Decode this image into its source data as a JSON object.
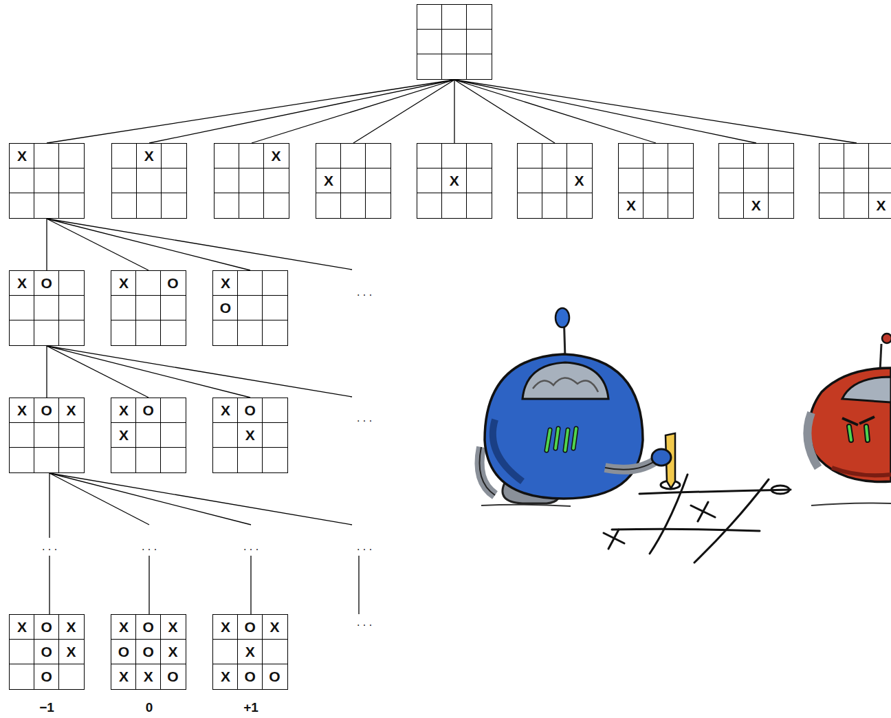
{
  "diagram": {
    "nodes": [
      {
        "text": []
      },
      {
        "text": [
          "X"
        ]
      },
      {
        "text": [
          "X"
        ]
      },
      {
        "text": [
          "X"
        ]
      },
      {
        "text": [
          "X"
        ]
      },
      {
        "text": [
          "X"
        ]
      },
      {
        "text": [
          "X"
        ]
      },
      {
        "text": [
          "X"
        ]
      },
      {
        "text": [
          "X"
        ]
      },
      {
        "text": [
          "X"
        ]
      },
      {
        "text": [
          "X",
          "O"
        ]
      },
      {
        "text": [
          "X",
          "O"
        ]
      },
      {
        "text": [
          "X",
          "O"
        ]
      },
      {
        "text": [
          "X",
          "O",
          "X"
        ]
      },
      {
        "text": [
          "X",
          "O",
          "X"
        ]
      },
      {
        "text": [
          "X",
          "O",
          "X"
        ]
      },
      {
        "text": [
          "X",
          "O",
          "X",
          "O",
          "X",
          "O"
        ]
      },
      {
        "text": [
          "X",
          "O",
          "X",
          "O",
          "O",
          "X",
          "X",
          "X",
          "O"
        ]
      },
      {
        "text": [
          "X",
          "O",
          "X",
          "X",
          "X",
          "O",
          "O"
        ]
      }
    ],
    "edges": [
      {
        "from": 0,
        "to": 1,
        "arrow": "none"
      },
      {
        "from": 0,
        "to": 2,
        "arrow": "none"
      },
      {
        "from": 0,
        "to": 3,
        "arrow": "none"
      },
      {
        "from": 0,
        "to": 4,
        "arrow": "none"
      },
      {
        "from": 0,
        "to": 5,
        "arrow": "none"
      },
      {
        "from": 0,
        "to": 6,
        "arrow": "none"
      },
      {
        "from": 0,
        "to": 7,
        "arrow": "none"
      },
      {
        "from": 0,
        "to": 8,
        "arrow": "none"
      },
      {
        "from": 0,
        "to": 9,
        "arrow": "none"
      },
      {
        "from": 1,
        "to": 10,
        "arrow": "none"
      },
      {
        "from": 1,
        "to": 11,
        "arrow": "none"
      },
      {
        "from": 1,
        "to": 12,
        "arrow": "none"
      },
      {
        "from": 10,
        "to": 13,
        "arrow": "none"
      },
      {
        "from": 10,
        "to": 14,
        "arrow": "none"
      },
      {
        "from": 10,
        "to": 15,
        "arrow": "none"
      }
    ],
    "labels": [
      ". . .",
      ". . .",
      ". . .",
      ". . .",
      ". . .",
      ". . .",
      ". . .",
      "−1",
      "0",
      "+1"
    ]
  }
}
